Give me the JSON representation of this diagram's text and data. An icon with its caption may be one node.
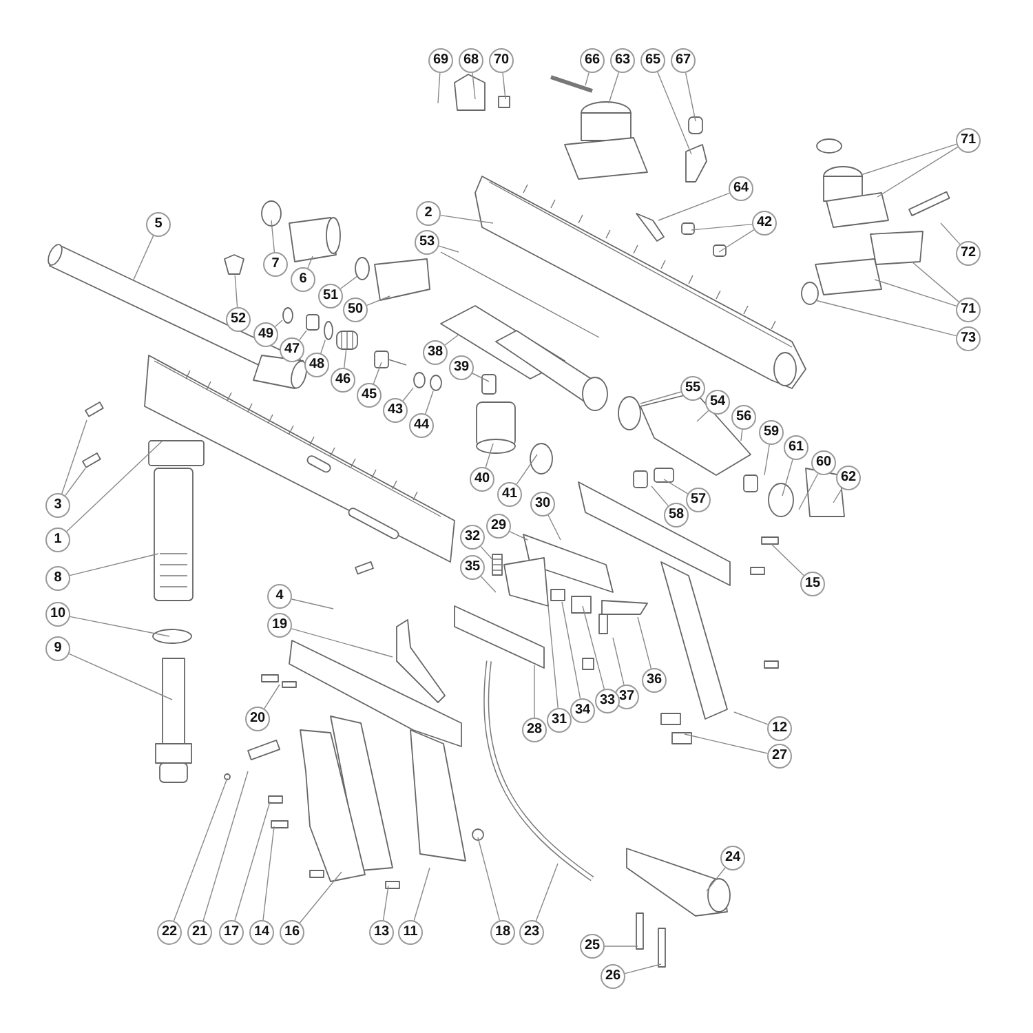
{
  "diagram": {
    "nodes": [
      {
        "text": [
          "69"
        ]
      },
      {
        "text": [
          "68"
        ]
      },
      {
        "text": [
          "70"
        ]
      },
      {
        "text": [
          "66"
        ]
      },
      {
        "text": [
          "63"
        ]
      },
      {
        "text": [
          "65"
        ]
      },
      {
        "text": [
          "67"
        ]
      },
      {
        "text": [
          "71"
        ]
      },
      {
        "text": [
          "64"
        ]
      },
      {
        "text": [
          "2"
        ]
      },
      {
        "text": [
          "42"
        ]
      },
      {
        "text": [
          "5"
        ]
      },
      {
        "text": [
          "53"
        ]
      },
      {
        "text": [
          "72"
        ]
      },
      {
        "text": [
          "7"
        ]
      },
      {
        "text": [
          "6"
        ]
      },
      {
        "text": [
          "51"
        ]
      },
      {
        "text": [
          "71"
        ]
      },
      {
        "text": [
          "50"
        ]
      },
      {
        "text": [
          "52"
        ]
      },
      {
        "text": [
          "49"
        ]
      },
      {
        "text": [
          "73"
        ]
      },
      {
        "text": [
          "47"
        ]
      },
      {
        "text": [
          "38"
        ]
      },
      {
        "text": [
          "48"
        ]
      },
      {
        "text": [
          "39"
        ]
      },
      {
        "text": [
          "46"
        ]
      },
      {
        "text": [
          "55"
        ]
      },
      {
        "text": [
          "45"
        ]
      },
      {
        "text": [
          "54"
        ]
      },
      {
        "text": [
          "43"
        ]
      },
      {
        "text": [
          "56"
        ]
      },
      {
        "text": [
          "44"
        ]
      },
      {
        "text": [
          "59"
        ]
      },
      {
        "text": [
          "61"
        ]
      },
      {
        "text": [
          "60"
        ]
      },
      {
        "text": [
          "40"
        ]
      },
      {
        "text": [
          "62"
        ]
      },
      {
        "text": [
          "57"
        ]
      },
      {
        "text": [
          "41"
        ]
      },
      {
        "text": [
          "3"
        ]
      },
      {
        "text": [
          "30"
        ]
      },
      {
        "text": [
          "58"
        ]
      },
      {
        "text": [
          "29"
        ]
      },
      {
        "text": [
          "32"
        ]
      },
      {
        "text": [
          "1"
        ]
      },
      {
        "text": [
          "35"
        ]
      },
      {
        "text": [
          "8"
        ]
      },
      {
        "text": [
          "15"
        ]
      },
      {
        "text": [
          "4"
        ]
      },
      {
        "text": [
          "10"
        ]
      },
      {
        "text": [
          "19"
        ]
      },
      {
        "text": [
          "9"
        ]
      },
      {
        "text": [
          "36"
        ]
      },
      {
        "text": [
          "37"
        ]
      },
      {
        "text": [
          "33"
        ]
      },
      {
        "text": [
          "34"
        ]
      },
      {
        "text": [
          "20"
        ]
      },
      {
        "text": [
          "31"
        ]
      },
      {
        "text": [
          "12"
        ]
      },
      {
        "text": [
          "28"
        ]
      },
      {
        "text": [
          "27"
        ]
      },
      {
        "text": [
          "24"
        ]
      },
      {
        "text": [
          "22"
        ]
      },
      {
        "text": [
          "21"
        ]
      },
      {
        "text": [
          "17"
        ]
      },
      {
        "text": [
          "14"
        ]
      },
      {
        "text": [
          "16"
        ]
      },
      {
        "text": [
          "13"
        ]
      },
      {
        "text": [
          "11"
        ]
      },
      {
        "text": [
          "18"
        ]
      },
      {
        "text": [
          "23"
        ]
      },
      {
        "text": [
          "25"
        ]
      },
      {
        "text": [
          "26"
        ]
      },
      {
        "text": [],
        "shape": "picture"
      },
      {
        "text": [],
        "shape": "box"
      },
      {
        "text": [],
        "shape": "circle"
      },
      {
        "text": [],
        "shape": "picture"
      },
      {
        "text": [],
        "shape": "circle"
      },
      {
        "text": [],
        "shape": "circle"
      },
      {
        "text": [],
        "shape": "picture"
      },
      {
        "text": [],
        "shape": "circle"
      }
    ],
    "edges": [
      {
        "from": 0,
        "to": null,
        "arrow": "none"
      },
      {
        "from": 1,
        "to": null,
        "arrow": "none"
      },
      {
        "from": 2,
        "to": null,
        "arrow": "none"
      },
      {
        "from": 3,
        "to": null,
        "arrow": "none"
      },
      {
        "from": 4,
        "to": null,
        "arrow": "none"
      },
      {
        "from": 5,
        "to": null,
        "arrow": "none"
      },
      {
        "from": 6,
        "to": null,
        "arrow": "none"
      },
      {
        "from": 7,
        "to": null,
        "arrow": "none"
      },
      {
        "from": 7,
        "to": null,
        "arrow": "none"
      },
      {
        "from": 8,
        "to": null,
        "arrow": "none"
      },
      {
        "from": 9,
        "to": null,
        "arrow": "none"
      },
      {
        "from": 10,
        "to": null,
        "arrow": "none"
      },
      {
        "from": 10,
        "to": null,
        "arrow": "none"
      },
      {
        "from": 11,
        "to": null,
        "arrow": "none"
      },
      {
        "from": 12,
        "to": null,
        "arrow": "none"
      },
      {
        "from": 13,
        "to": null,
        "arrow": "none"
      },
      {
        "from": 14,
        "to": null,
        "arrow": "none"
      },
      {
        "from": 15,
        "to": null,
        "arrow": "none"
      },
      {
        "from": 16,
        "to": null,
        "arrow": "none"
      },
      {
        "from": 17,
        "to": null,
        "arrow": "none"
      },
      {
        "from": 17,
        "to": null,
        "arrow": "none"
      },
      {
        "from": 18,
        "to": null,
        "arrow": "none"
      },
      {
        "from": 19,
        "to": 74,
        "arrow": "none"
      },
      {
        "from": 20,
        "to": 81,
        "arrow": "none"
      },
      {
        "from": 21,
        "to": null,
        "arrow": "none"
      },
      {
        "from": 22,
        "to": 75,
        "arrow": "none"
      },
      {
        "from": 23,
        "to": null,
        "arrow": "none"
      },
      {
        "from": 24,
        "to": 76,
        "arrow": "none"
      },
      {
        "from": 25,
        "to": null,
        "arrow": "none"
      },
      {
        "from": 26,
        "to": 77,
        "arrow": "none"
      },
      {
        "from": 27,
        "to": null,
        "arrow": "none"
      },
      {
        "from": 28,
        "to": null,
        "arrow": "none"
      },
      {
        "from": 29,
        "to": null,
        "arrow": "none"
      },
      {
        "from": 30,
        "to": 78,
        "arrow": "none"
      },
      {
        "from": 31,
        "to": null,
        "arrow": "none"
      },
      {
        "from": 32,
        "to": 79,
        "arrow": "none"
      },
      {
        "from": 33,
        "to": null,
        "arrow": "none"
      },
      {
        "from": 34,
        "to": null,
        "arrow": "none"
      },
      {
        "from": 35,
        "to": null,
        "arrow": "none"
      },
      {
        "from": 36,
        "to": null,
        "arrow": "none"
      },
      {
        "from": 37,
        "to": null,
        "arrow": "none"
      },
      {
        "from": 38,
        "to": null,
        "arrow": "none"
      },
      {
        "from": 39,
        "to": null,
        "arrow": "none"
      },
      {
        "from": 40,
        "to": null,
        "arrow": "none"
      },
      {
        "from": 40,
        "to": null,
        "arrow": "none"
      },
      {
        "from": 41,
        "to": null,
        "arrow": "none"
      },
      {
        "from": 42,
        "to": null,
        "arrow": "none"
      },
      {
        "from": 43,
        "to": null,
        "arrow": "none"
      },
      {
        "from": 44,
        "to": 80,
        "arrow": "none"
      },
      {
        "from": 45,
        "to": null,
        "arrow": "none"
      },
      {
        "from": 46,
        "to": null,
        "arrow": "none"
      },
      {
        "from": 47,
        "to": null,
        "arrow": "none"
      },
      {
        "from": 48,
        "to": null,
        "arrow": "none"
      },
      {
        "from": 49,
        "to": null,
        "arrow": "none"
      },
      {
        "from": 50,
        "to": null,
        "arrow": "none"
      },
      {
        "from": 51,
        "to": null,
        "arrow": "none"
      },
      {
        "from": 52,
        "to": null,
        "arrow": "none"
      },
      {
        "from": 53,
        "to": null,
        "arrow": "none"
      },
      {
        "from": 54,
        "to": null,
        "arrow": "none"
      },
      {
        "from": 55,
        "to": null,
        "arrow": "none"
      },
      {
        "from": 56,
        "to": null,
        "arrow": "none"
      },
      {
        "from": 57,
        "to": null,
        "arrow": "none"
      },
      {
        "from": 58,
        "to": null,
        "arrow": "none"
      },
      {
        "from": 59,
        "to": null,
        "arrow": "none"
      },
      {
        "from": 60,
        "to": null,
        "arrow": "none"
      },
      {
        "from": 61,
        "to": null,
        "arrow": "none"
      },
      {
        "from": 62,
        "to": null,
        "arrow": "none"
      },
      {
        "from": 63,
        "to": null,
        "arrow": "none"
      },
      {
        "from": 64,
        "to": null,
        "arrow": "none"
      },
      {
        "from": 65,
        "to": null,
        "arrow": "none"
      },
      {
        "from": 66,
        "to": null,
        "arrow": "none"
      },
      {
        "from": 67,
        "to": null,
        "arrow": "none"
      },
      {
        "from": 68,
        "to": null,
        "arrow": "none"
      },
      {
        "from": 69,
        "to": null,
        "arrow": "none"
      },
      {
        "from": 70,
        "to": null,
        "arrow": "none"
      },
      {
        "from": 71,
        "to": null,
        "arrow": "none"
      },
      {
        "from": 72,
        "to": null,
        "arrow": "none"
      },
      {
        "from": 73,
        "to": null,
        "arrow": "none"
      }
    ]
  }
}
